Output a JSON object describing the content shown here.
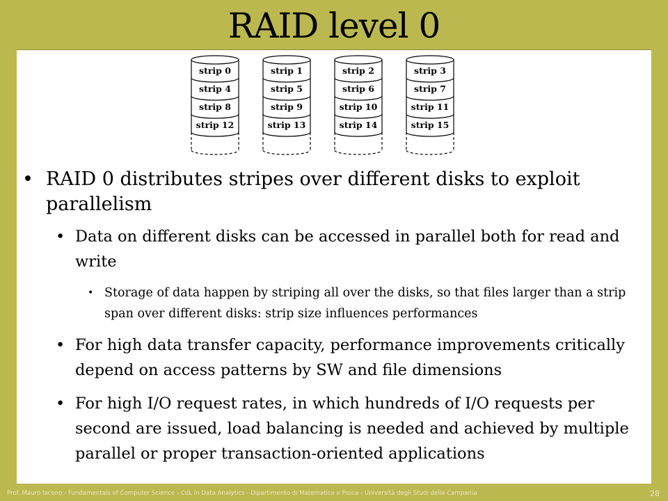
{
  "title": "RAID level 0",
  "disks": [
    {
      "strips": [
        "strip 0",
        "strip 4",
        "strip 8",
        "strip 12"
      ]
    },
    {
      "strips": [
        "strip 1",
        "strip 5",
        "strip 9",
        "strip 13"
      ]
    },
    {
      "strips": [
        "strip 2",
        "strip 6",
        "strip 10",
        "strip 14"
      ]
    },
    {
      "strips": [
        "strip 3",
        "strip 7",
        "strip 11",
        "strip 15"
      ]
    }
  ],
  "bullets": {
    "b1": "RAID 0 distributes stripes over different disks to exploit parallelism",
    "b1_1": "Data on different disks can be accessed in parallel both for read and write",
    "b1_1_1": "Storage of data happen by striping all over the disks, so that files larger than a strip span over different disks: strip size influences performances",
    "b1_2": "For high data transfer capacity, performance improvements critically depend on access patterns by SW and file dimensions",
    "b1_3": "For high I/O request rates, in which hundreds of I/O requests per second are issued, load balancing is needed and achieved by multiple parallel or proper transaction-oriented applications"
  },
  "bullet_symbol": "•",
  "footer": "Prof. Mauro Iacono - Fundamentals of Computer Science - CdL in Data Analytics - Dipartimento di Matematica e Fisica - Università degli Studi della Campania",
  "page_number": "28"
}
